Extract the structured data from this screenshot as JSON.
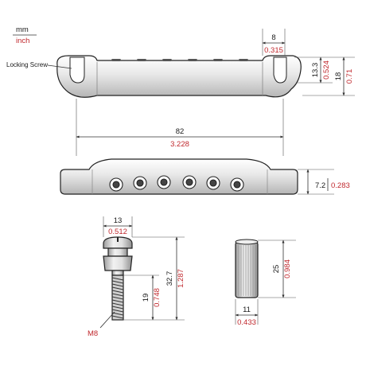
{
  "units": {
    "top": "mm",
    "bottom": "inch"
  },
  "callouts": {
    "locking_screw": "Locking Screw",
    "thread": "M8"
  },
  "dimensions": {
    "saddle_width": {
      "mm": "8",
      "inch": "0.315"
    },
    "saddle_height": {
      "mm": "13.3",
      "inch": "0.524"
    },
    "overall_height": {
      "mm": "18",
      "inch": "0.71"
    },
    "overall_length": {
      "mm": "82",
      "inch": "3.228"
    },
    "profile_height": {
      "mm": "7.2",
      "inch": "0.283"
    },
    "screw_head_width": {
      "mm": "13",
      "inch": "0.512"
    },
    "screw_thread_len": {
      "mm": "19",
      "inch": "0.748"
    },
    "screw_total_len": {
      "mm": "32.7",
      "inch": "1.287"
    },
    "stud_height": {
      "mm": "25",
      "inch": "0.984"
    },
    "stud_width": {
      "mm": "11",
      "inch": "0.433"
    }
  },
  "colors": {
    "imperial": "#c0282d",
    "metric": "#1a1a1a",
    "metal": "#c9c9c9"
  },
  "icons": [
    "tailpiece-top-icon",
    "tailpiece-side-icon",
    "stud-screw-icon",
    "stud-sleeve-icon"
  ]
}
